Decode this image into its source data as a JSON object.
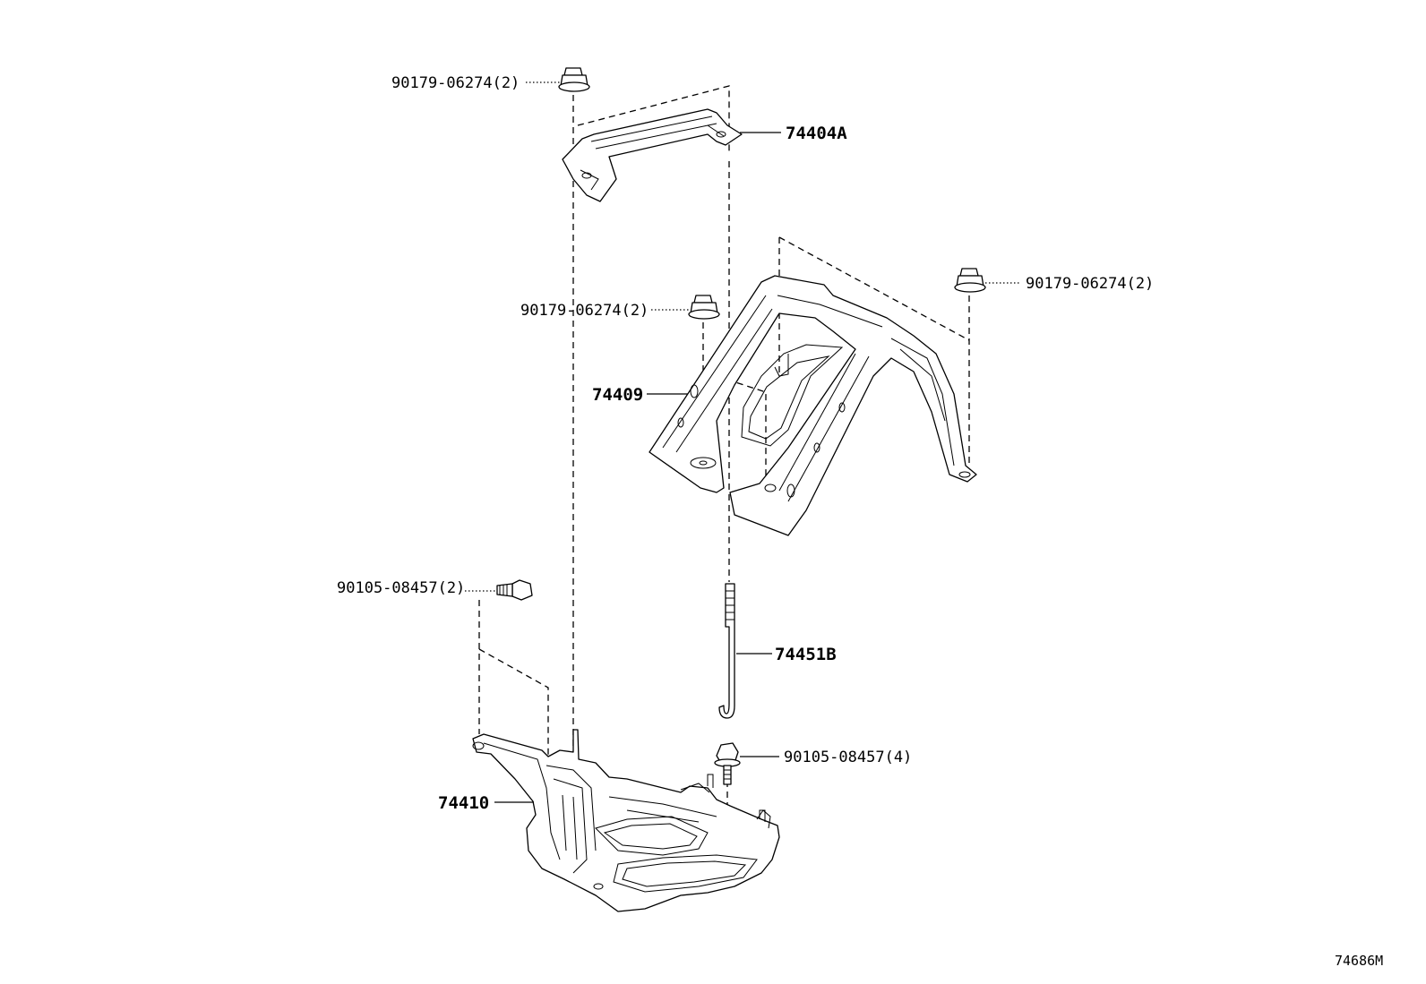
{
  "labels": {
    "nut_top": "90179-06274(2)",
    "clamp": "74404A",
    "nut_right": "90179-06274(2)",
    "nut_mid": "90179-06274(2)",
    "frame": "74409",
    "bolt_left": "90105-08457(2)",
    "rod": "74451B",
    "bolt_right": "90105-08457(4)",
    "tray": "74410"
  },
  "diagram_code": "74686M"
}
